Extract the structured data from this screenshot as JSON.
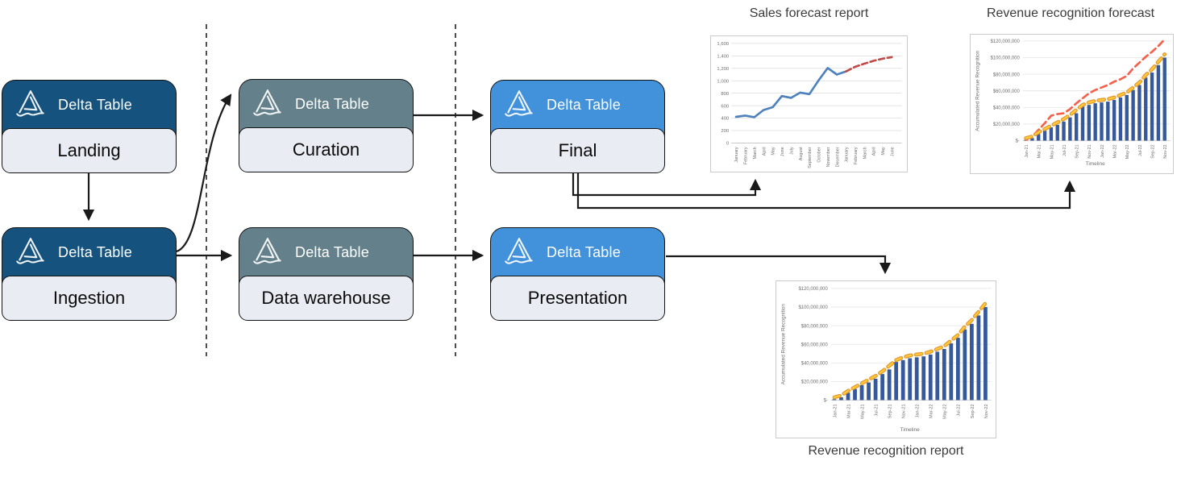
{
  "diagram": {
    "nodes": [
      {
        "id": "landing",
        "type_label": "Delta Table",
        "name": "Landing",
        "color_key": "node_dark"
      },
      {
        "id": "ingestion",
        "type_label": "Delta Table",
        "name": "Ingestion",
        "color_key": "node_dark"
      },
      {
        "id": "curation",
        "type_label": "Delta Table",
        "name": "Curation",
        "color_key": "node_slate"
      },
      {
        "id": "data_warehouse",
        "type_label": "Delta Table",
        "name": "Data warehouse",
        "color_key": "node_slate"
      },
      {
        "id": "final",
        "type_label": "Delta Table",
        "name": "Final",
        "color_key": "node_blue"
      },
      {
        "id": "presentation",
        "type_label": "Delta Table",
        "name": "Presentation",
        "color_key": "node_blue"
      }
    ],
    "edges": [
      {
        "from": "landing",
        "to": "ingestion"
      },
      {
        "from": "ingestion",
        "to": "curation"
      },
      {
        "from": "ingestion",
        "to": "data_warehouse"
      },
      {
        "from": "curation",
        "to": "final"
      },
      {
        "from": "data_warehouse",
        "to": "presentation"
      },
      {
        "from": "final",
        "to": "sales_forecast_chart"
      },
      {
        "from": "final",
        "to": "revenue_recognition_forecast_chart"
      },
      {
        "from": "presentation",
        "to": "revenue_recognition_report_chart"
      }
    ],
    "lanes": {
      "separator_style": "dashed",
      "separator_count": 2
    }
  },
  "colors": {
    "node_dark": "#15537E",
    "node_slate": "#64808B",
    "node_blue": "#4191DB",
    "label_bg": "#E9EDF3",
    "bar_blue": "#35599B",
    "line_yellow": "#FFC83D",
    "line_yellow_edge": "#E39A2D",
    "line_coral": "#F4604C",
    "sales_line_blue": "#4F81BD",
    "sales_line_red": "#BE4B48",
    "connector": "#1a1a1a"
  },
  "chart_data": [
    {
      "id": "sales_forecast",
      "type": "line",
      "title": "Sales forecast report",
      "x_labels": [
        "January",
        "February",
        "March",
        "April",
        "May",
        "June",
        "July",
        "August",
        "September",
        "October",
        "November",
        "December",
        "January",
        "February",
        "March",
        "April",
        "May",
        "June"
      ],
      "y_ticks": [
        "0",
        "200",
        "400",
        "600",
        "800",
        "1,000",
        "1,200",
        "1,400",
        "1,600"
      ],
      "ylim": [
        0,
        1600
      ],
      "grid": "horizontal",
      "legend": "none",
      "series": [
        {
          "name": "Sales actual",
          "color_key": "sales_line_blue",
          "style": "solid",
          "start_index": 0,
          "values": [
            420,
            440,
            415,
            530,
            575,
            755,
            725,
            810,
            785,
            1005,
            1205,
            1100,
            1150
          ]
        },
        {
          "name": "Sales forecast",
          "color_key": "sales_line_red",
          "style": "dashed",
          "start_index": 12,
          "values": [
            1150,
            1225,
            1275,
            1320,
            1355,
            1380
          ]
        }
      ]
    },
    {
      "id": "revenue_recognition_forecast",
      "type": "bar",
      "title": "Revenue recognition forecast",
      "xlabel": "Timeline",
      "ylabel": "Accumulated Revenue Recognition",
      "categories": [
        "Jan-21",
        "Feb-21",
        "Mar-21",
        "Apr-21",
        "May-21",
        "Jun-21",
        "Jul-21",
        "Aug-21",
        "Sep-21",
        "Oct-21",
        "Nov-21",
        "Dec-21",
        "Jan-22",
        "Feb-22",
        "Mar-22",
        "Apr-22",
        "May-22",
        "Jun-22",
        "Jul-22",
        "Aug-22",
        "Sep-22",
        "Oct-22",
        "Nov-22"
      ],
      "x_tick_step": 2,
      "y_ticks": [
        "$-",
        "$20,000,000",
        "$40,000,000",
        "$60,000,000",
        "$80,000,000",
        "$100,000,000",
        "$120,000,000"
      ],
      "ylim_musd": [
        0,
        120
      ],
      "bars_musd": [
        1,
        3,
        8,
        12,
        16,
        19,
        23,
        28,
        33,
        41,
        43,
        45,
        46,
        47,
        49,
        52,
        55,
        61,
        67,
        76,
        82,
        91,
        100
      ],
      "lines": [
        {
          "name": "Accumulated revenue recognition",
          "color_key": "line_yellow",
          "values_musd": [
            3,
            5,
            10,
            14,
            18,
            22,
            26,
            31,
            37,
            43,
            46,
            48,
            49,
            50,
            52,
            55,
            58,
            64,
            70,
            79,
            86,
            95,
            104
          ]
        },
        {
          "name": "Revenue recognition forecast",
          "color_key": "line_coral",
          "values_musd": [
            1,
            5,
            13,
            21,
            30,
            32,
            33,
            38,
            45,
            51,
            57,
            61,
            64,
            67,
            71,
            74,
            78,
            87,
            94,
            101,
            107,
            114,
            122
          ]
        }
      ]
    },
    {
      "id": "revenue_recognition_report",
      "type": "bar",
      "title": "Revenue recognition report",
      "xlabel": "Timeline",
      "ylabel": "Accumulated Revenue Recognition",
      "categories": [
        "Jan-21",
        "Feb-21",
        "Mar-21",
        "Apr-21",
        "May-21",
        "Jun-21",
        "Jul-21",
        "Aug-21",
        "Sep-21",
        "Oct-21",
        "Nov-21",
        "Dec-21",
        "Jan-22",
        "Feb-22",
        "Mar-22",
        "Apr-22",
        "May-22",
        "Jun-22",
        "Jul-22",
        "Aug-22",
        "Sep-22",
        "Oct-22",
        "Nov-22"
      ],
      "x_tick_step": 2,
      "y_ticks": [
        "$-",
        "$20,000,000",
        "$40,000,000",
        "$60,000,000",
        "$80,000,000",
        "$100,000,000",
        "$120,000,000"
      ],
      "ylim_musd": [
        0,
        120
      ],
      "bars_musd": [
        1,
        3,
        8,
        12,
        16,
        19,
        23,
        28,
        33,
        41,
        43,
        45,
        46,
        47,
        49,
        52,
        55,
        61,
        67,
        76,
        82,
        91,
        100
      ],
      "lines": [
        {
          "name": "Accumulated revenue recognition",
          "color_key": "line_yellow",
          "values_musd": [
            3,
            5,
            10,
            14,
            18,
            22,
            26,
            31,
            37,
            43,
            46,
            48,
            49,
            50,
            52,
            55,
            58,
            64,
            70,
            79,
            86,
            95,
            104
          ]
        }
      ]
    }
  ]
}
